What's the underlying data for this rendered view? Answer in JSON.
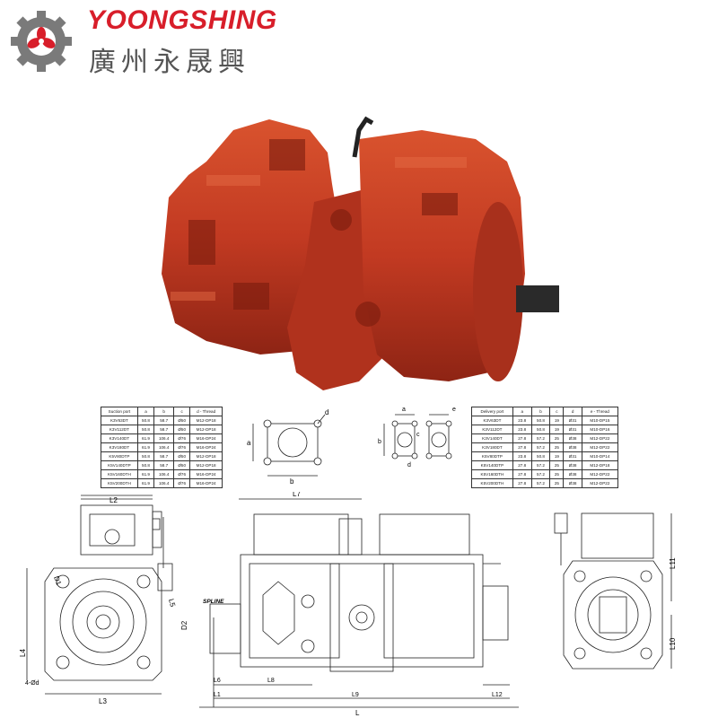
{
  "brand": {
    "name": "YOONGSHING",
    "name_cn": "廣州永晟興",
    "logo_icon": "gear-flower-logo-icon",
    "colors": {
      "brand_red": "#d81e2a",
      "gear_gray": "#7a7a7a",
      "pump_red": "#c23a22"
    }
  },
  "product_photo_icon": "hydraulic-pump-photo",
  "suction_table": {
    "headers": [
      "Suction port",
      "a",
      "b",
      "c",
      "d - Thread"
    ],
    "rows": [
      [
        "K3V63DT",
        "50.8",
        "58.7",
        "Ø50",
        "M12-DP18"
      ],
      [
        "K3V112DT",
        "50.8",
        "58.7",
        "Ø50",
        "M12-DP18"
      ],
      [
        "K3V140DT",
        "61.9",
        "106.4",
        "Ø76",
        "M16-DP24"
      ],
      [
        "K3V180DT",
        "61.9",
        "106.4",
        "Ø76",
        "M16-DP24"
      ],
      [
        "K5V80DTP",
        "50.8",
        "58.7",
        "Ø50",
        "M12-DP18"
      ],
      [
        "K5V140DTP",
        "50.8",
        "58.7",
        "Ø50",
        "M12-DP18"
      ],
      [
        "K5V160DTH",
        "61.9",
        "106.4",
        "Ø76",
        "M16-DP24"
      ],
      [
        "K5V200DTH",
        "61.9",
        "106.4",
        "Ø76",
        "M16-DP24"
      ]
    ]
  },
  "delivery_table": {
    "headers": [
      "Delivery port",
      "a",
      "b",
      "c",
      "d",
      "e - Thread"
    ],
    "rows": [
      [
        "K3V63DT",
        "23.8",
        "50.8",
        "19",
        "Ø31",
        "M10-DP15"
      ],
      [
        "K3V112DT",
        "23.8",
        "50.8",
        "19",
        "Ø31",
        "M10-DP16"
      ],
      [
        "K3V140DT",
        "27.8",
        "57.2",
        "25",
        "Ø38",
        "M12-DP22"
      ],
      [
        "K3V180DT",
        "27.8",
        "57.2",
        "25",
        "Ø38",
        "M12-DP22"
      ],
      [
        "K5V80DTP",
        "23.8",
        "50.8",
        "19",
        "Ø31",
        "M10-DP14"
      ],
      [
        "K5V140DTP",
        "27.8",
        "57.2",
        "25",
        "Ø38",
        "M12-DP18"
      ],
      [
        "K5V160DTH",
        "27.8",
        "57.2",
        "25",
        "Ø38",
        "M12-DP22"
      ],
      [
        "K5V200DTH",
        "27.8",
        "57.2",
        "25",
        "Ø38",
        "M12-DP22"
      ]
    ]
  },
  "port_diagram": {
    "suction": {
      "a": "a",
      "b": "b",
      "d": "d"
    },
    "delivery": {
      "a": "a",
      "b": "b",
      "c": "c",
      "d": "d",
      "e": "e"
    }
  },
  "drawing_labels": {
    "L2": "L2",
    "L3": "L3",
    "L4": "L4",
    "L5": "L5",
    "D1": "D1",
    "D2": "D2",
    "dd": "4-Ød",
    "spline": "SPLINE",
    "L7": "L7",
    "L6": "L6",
    "L8": "L8",
    "L1": "L1",
    "L9": "L9",
    "L12": "L12",
    "L": "L",
    "L11": "L11",
    "L10": "L10"
  }
}
